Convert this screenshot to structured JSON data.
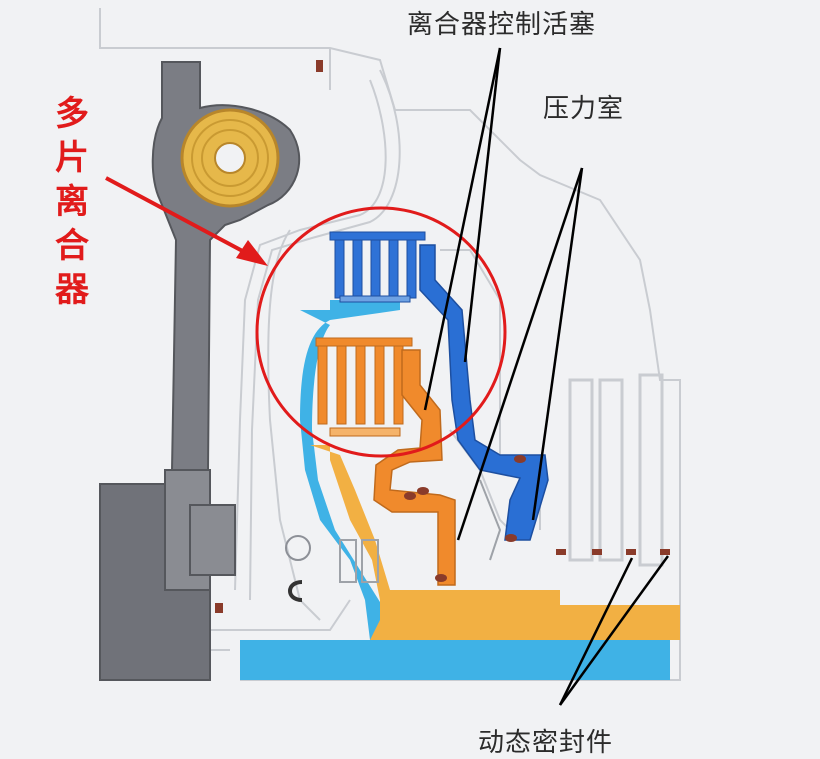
{
  "labels": {
    "clutch_piston": "离合器控制活塞",
    "pressure_chamber": "压力室",
    "multi_plate_clutch": [
      "多",
      "片",
      "离",
      "合",
      "器"
    ],
    "dynamic_seal": "动态密封件"
  },
  "colors": {
    "background": "#f1f2f4",
    "housing_gray": "#7b7d84",
    "outline": "#c9ccd1",
    "outer_clutch_blue": "#2f72d6",
    "inner_clutch_orange": "#f08a2c",
    "hub_light_blue": "#3fb2e6",
    "shaft_light_orange": "#f2b043",
    "seal_brown": "#8a3b2a",
    "highlight_red": "#e11b1b",
    "leader_line": "#000000"
  }
}
